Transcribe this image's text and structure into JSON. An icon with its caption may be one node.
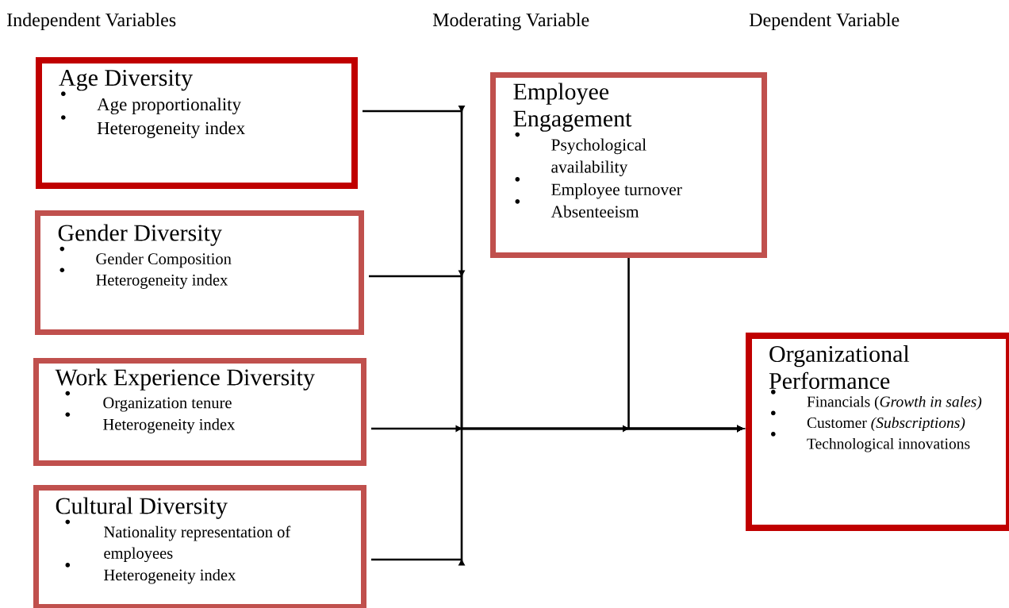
{
  "diagram": {
    "nodes": [
      {
        "text": [
          "Age Diversity",
          "Age proportionality",
          "Heterogeneity index"
        ]
      },
      {
        "text": [
          "Gender Diversity",
          "Gender Composition",
          "Heterogeneity index"
        ]
      },
      {
        "text": [
          "Work Experience Diversity",
          "Organization tenure",
          "Heterogeneity index"
        ]
      },
      {
        "text": [
          "Cultural Diversity",
          "Nationality representation of employees",
          "Heterogeneity index"
        ]
      },
      {
        "text": [
          "Employee Engagement",
          "Psychological availability",
          "Employee turnover",
          "Absenteeism"
        ]
      },
      {
        "text": [
          "Organizational Performance",
          "Financials (*Growth in sales)*",
          "Customer *(Subscriptions)*",
          "Technological innovations"
        ]
      }
    ],
    "edges": [
      {
        "from": 0,
        "to": 5,
        "arrow": "to"
      },
      {
        "from": 1,
        "to": 5,
        "arrow": "to"
      },
      {
        "from": 2,
        "to": 5,
        "arrow": "to"
      },
      {
        "from": 3,
        "to": 5,
        "arrow": "to"
      },
      {
        "from": 4,
        "to": 5,
        "arrow": "to"
      }
    ],
    "labels": [
      "Independent Variables",
      "Moderating Variable",
      "Dependent Variable"
    ]
  }
}
